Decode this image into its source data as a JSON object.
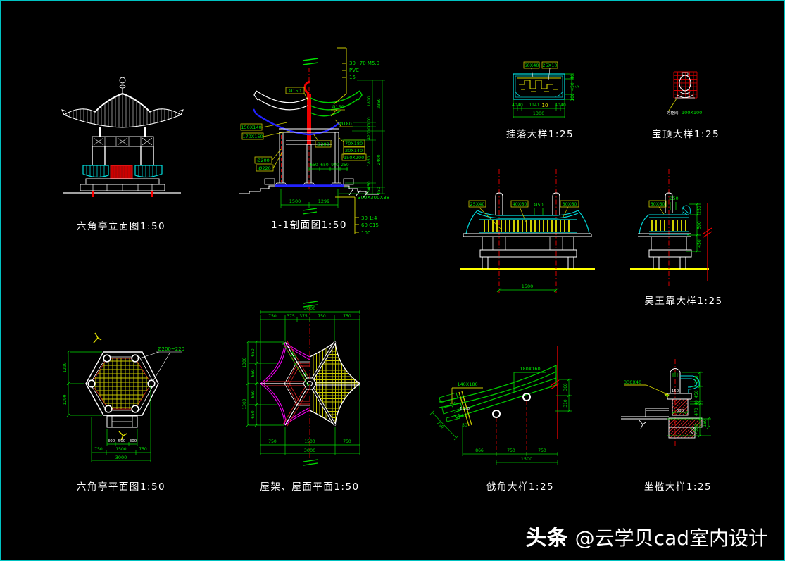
{
  "canvas": {
    "background": "#000000",
    "border_color": "#00c2c2"
  },
  "watermark": {
    "brand": "头条",
    "handle": "@云学贝cad室内设计"
  },
  "elevation": {
    "title": "六角亭立面图1:50"
  },
  "section": {
    "title": "1-1剖面图1:50",
    "top_note": {
      "l1": "30~70  M5.0",
      "l2": "PVC",
      "l3": "15"
    },
    "labels": {
      "post": "Ø150",
      "rafter": "Ø150",
      "purlin": "Ø180",
      "beam": "Ø200",
      "s1": "70X180",
      "s2": "20X140",
      "s3": "150X200",
      "eave1": "150X140",
      "eave2": "170X150",
      "col1": "Ø200",
      "col2": "Ø220"
    },
    "dims_mid": [
      "650",
      "650",
      "900",
      "250"
    ],
    "dims_bottom": [
      "1500",
      "1299"
    ],
    "dims_right_inner": [
      "1800",
      "100",
      "100",
      "420",
      "1850",
      "450",
      "150"
    ],
    "dims_right_outer": [
      "2350",
      "2400",
      "450"
    ],
    "base_note": {
      "l1": "300X300X38",
      "l2": "30  1:4",
      "l3": "60  C15",
      "l4": "100"
    }
  },
  "gualuo": {
    "title": "挂落大样1:25",
    "labels": [
      "60X40",
      "25X10"
    ],
    "dims_right": [
      "40",
      "450",
      "100"
    ],
    "dim_right_extra": "5",
    "dims_bottom": [
      "40",
      "40",
      "1141",
      "10",
      "40",
      "40"
    ],
    "dim_total": "1300"
  },
  "baoding": {
    "title": "宝顶大样1:25",
    "note_name": "方格网",
    "note_size": "100X100"
  },
  "wuwangkao": {
    "title": "吴王靠大样1:25",
    "front_labels": [
      "25X40",
      "40X60",
      "Ø50",
      "30X60"
    ],
    "front_dim": "1500",
    "side_labels": [
      "60X60",
      "Ø50"
    ],
    "side_dims": [
      "250",
      "500",
      "450"
    ]
  },
  "plan": {
    "title": "六角亭平面图1:50",
    "column_label": "Ø200~220",
    "dims_left": [
      "1299",
      "1299"
    ],
    "dims_steps": [
      "300",
      "500",
      "300"
    ],
    "dims_bottom": [
      "750",
      "1500",
      "750"
    ],
    "dim_total": "3000"
  },
  "roof": {
    "title": "屋架、屋面平面1:50",
    "dim_top_total": "3000",
    "dims_top": [
      "750",
      "375",
      "375",
      "750",
      "750"
    ],
    "dims_left": [
      "650",
      "650",
      "650",
      "650"
    ],
    "dims_left_outer": [
      "1300",
      "1300"
    ],
    "dims_diag": [
      "750",
      "750"
    ],
    "dims_bottom": [
      "750",
      "1500",
      "750"
    ],
    "dim_bottom_total": "3000"
  },
  "qiangjiao": {
    "title": "戗角大样1:25",
    "labels": [
      "140X180",
      "180X160"
    ],
    "slope": "1:2.8",
    "small_dims": [
      "40",
      "50"
    ],
    "diag_dim": "750",
    "dims_right": [
      "360",
      "310"
    ],
    "dims_bottom": [
      "866",
      "750",
      "750"
    ],
    "dim_total": "1500"
  },
  "zuokan": {
    "title": "坐槛大样1:25",
    "label": "330X40",
    "inner_dims": [
      "150",
      "330",
      "175"
    ],
    "dims_right": [
      "250",
      "450",
      "40",
      "470",
      "300"
    ],
    "dim_outer": "150"
  }
}
